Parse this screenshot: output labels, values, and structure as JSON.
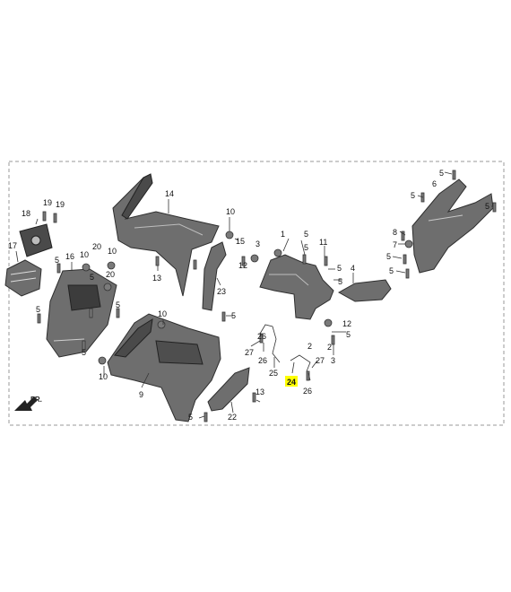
{
  "callouts": [
    {
      "id": "c1",
      "label": "1"
    },
    {
      "id": "c2a",
      "label": "2"
    },
    {
      "id": "c2b",
      "label": "2"
    },
    {
      "id": "c3a",
      "label": "3"
    },
    {
      "id": "c3b",
      "label": "3"
    },
    {
      "id": "c4",
      "label": "4"
    },
    {
      "id": "c5a",
      "label": "5"
    },
    {
      "id": "c5b",
      "label": "5"
    },
    {
      "id": "c5c",
      "label": "5"
    },
    {
      "id": "c5d",
      "label": "5"
    },
    {
      "id": "c5e",
      "label": "5"
    },
    {
      "id": "c5f",
      "label": "5"
    },
    {
      "id": "c5g",
      "label": "5"
    },
    {
      "id": "c5h",
      "label": "5"
    },
    {
      "id": "c5i",
      "label": "5"
    },
    {
      "id": "c5j",
      "label": "5"
    },
    {
      "id": "c5k",
      "label": "5"
    },
    {
      "id": "c5l",
      "label": "5"
    },
    {
      "id": "c5m",
      "label": "5"
    },
    {
      "id": "c5n",
      "label": "5"
    },
    {
      "id": "c6",
      "label": "6"
    },
    {
      "id": "c7",
      "label": "7"
    },
    {
      "id": "c8",
      "label": "8"
    },
    {
      "id": "c9",
      "label": "9"
    },
    {
      "id": "c10a",
      "label": "10"
    },
    {
      "id": "c10b",
      "label": "10"
    },
    {
      "id": "c10c",
      "label": "10"
    },
    {
      "id": "c10d",
      "label": "10"
    },
    {
      "id": "c10e",
      "label": "10"
    },
    {
      "id": "c11",
      "label": "11"
    },
    {
      "id": "c12a",
      "label": "12"
    },
    {
      "id": "c12b",
      "label": "12"
    },
    {
      "id": "c13a",
      "label": "13"
    },
    {
      "id": "c13b",
      "label": "13"
    },
    {
      "id": "c14",
      "label": "14"
    },
    {
      "id": "c15",
      "label": "15"
    },
    {
      "id": "c16",
      "label": "16"
    },
    {
      "id": "c17",
      "label": "17"
    },
    {
      "id": "c18",
      "label": "18"
    },
    {
      "id": "c19a",
      "label": "19"
    },
    {
      "id": "c19b",
      "label": "19"
    },
    {
      "id": "c20a",
      "label": "20"
    },
    {
      "id": "c20b",
      "label": "20"
    },
    {
      "id": "c22",
      "label": "22"
    },
    {
      "id": "c23",
      "label": "23"
    },
    {
      "id": "c24",
      "label": "24",
      "highlighted": true
    },
    {
      "id": "c25",
      "label": "25"
    },
    {
      "id": "c26a",
      "label": "26"
    },
    {
      "id": "c26b",
      "label": "26"
    },
    {
      "id": "c27a",
      "label": "27"
    },
    {
      "id": "c27b",
      "label": "27"
    }
  ],
  "direction_label": "FR.",
  "highlight_color": "#ffff00"
}
